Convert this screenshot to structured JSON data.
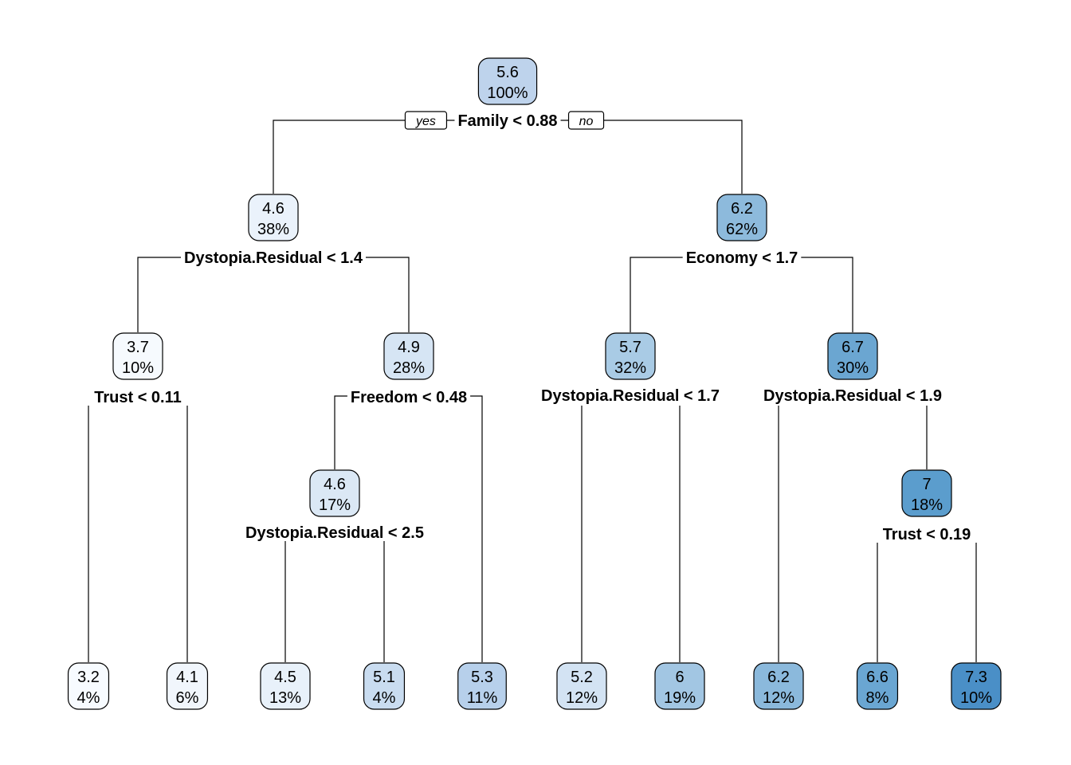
{
  "branch_tags": {
    "yes": "yes",
    "no": "no"
  },
  "nodes": [
    {
      "id": "n0",
      "value": "5.6",
      "pct": "100%",
      "color": "#bed3ec"
    },
    {
      "id": "n1",
      "value": "4.6",
      "pct": "38%",
      "color": "#eaf2fb"
    },
    {
      "id": "n2",
      "value": "6.2",
      "pct": "62%",
      "color": "#8dbadc"
    },
    {
      "id": "n3",
      "value": "3.7",
      "pct": "10%",
      "color": "#f6fafe"
    },
    {
      "id": "n4",
      "value": "4.9",
      "pct": "28%",
      "color": "#d6e5f4"
    },
    {
      "id": "n5",
      "value": "5.7",
      "pct": "32%",
      "color": "#a9cbe5"
    },
    {
      "id": "n6",
      "value": "6.7",
      "pct": "30%",
      "color": "#6ba6d1"
    },
    {
      "id": "n7",
      "value": "4.6",
      "pct": "17%",
      "color": "#dbe8f5"
    },
    {
      "id": "n8",
      "value": "7",
      "pct": "18%",
      "color": "#5b9dcd"
    },
    {
      "id": "l1",
      "value": "3.2",
      "pct": "4%",
      "color": "#f7fbff"
    },
    {
      "id": "l2",
      "value": "4.1",
      "pct": "6%",
      "color": "#f1f6fc"
    },
    {
      "id": "l3",
      "value": "4.5",
      "pct": "13%",
      "color": "#e8f1fa"
    },
    {
      "id": "l4",
      "value": "5.1",
      "pct": "4%",
      "color": "#c9dcf0"
    },
    {
      "id": "l5",
      "value": "5.3",
      "pct": "11%",
      "color": "#b7d0eb"
    },
    {
      "id": "l6",
      "value": "5.2",
      "pct": "12%",
      "color": "#d3e3f3"
    },
    {
      "id": "l7",
      "value": "6",
      "pct": "19%",
      "color": "#a2c6e3"
    },
    {
      "id": "l8",
      "value": "6.2",
      "pct": "12%",
      "color": "#8bb9dc"
    },
    {
      "id": "l9",
      "value": "6.6",
      "pct": "8%",
      "color": "#6aa6d2"
    },
    {
      "id": "l10",
      "value": "7.3",
      "pct": "10%",
      "color": "#4a8fc7"
    }
  ],
  "splits": [
    {
      "id": "s0",
      "label": "Family < 0.88"
    },
    {
      "id": "s1",
      "label": "Dystopia.Residual < 1.4"
    },
    {
      "id": "s2",
      "label": "Economy < 1.7"
    },
    {
      "id": "s3",
      "label": "Trust < 0.11"
    },
    {
      "id": "s4",
      "label": "Freedom < 0.48"
    },
    {
      "id": "s5",
      "label": "Dystopia.Residual < 1.7"
    },
    {
      "id": "s6",
      "label": "Dystopia.Residual < 1.9"
    },
    {
      "id": "s7",
      "label": "Dystopia.Residual < 2.5"
    },
    {
      "id": "s8",
      "label": "Trust < 0.19"
    }
  ]
}
